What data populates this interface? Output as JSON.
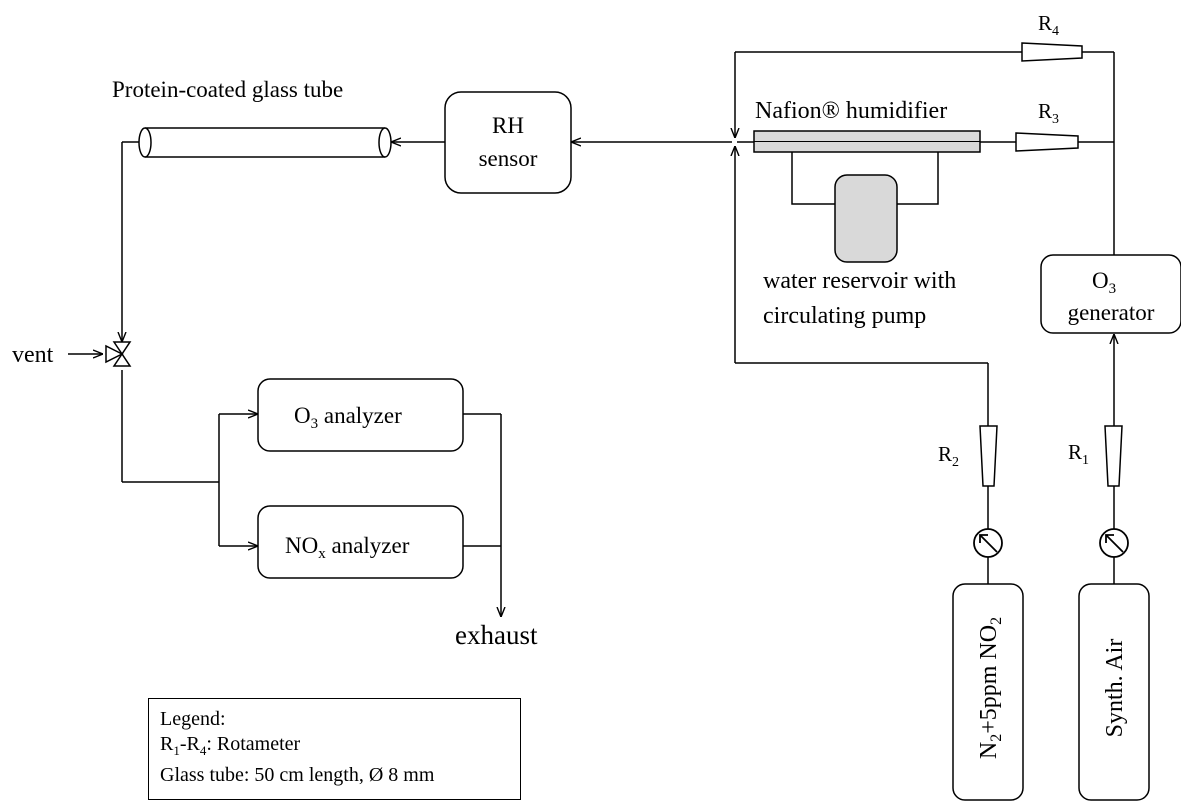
{
  "labels": {
    "glass_tube": "Protein-coated glass tube",
    "rh_sensor_1": "RH",
    "rh_sensor_2": "sensor",
    "humidifier": "Nafion® humidifier",
    "reservoir_1": "water reservoir with",
    "reservoir_2": "circulating pump",
    "o3_generator_top": "O",
    "o3_generator_sub": "3",
    "o3_generator_bottom": "generator",
    "vent": "vent",
    "o3_analyzer_pre": "O",
    "o3_analyzer_sub": "3",
    "o3_analyzer_post": " analyzer",
    "nox_analyzer_pre": "NO",
    "nox_analyzer_sub": "x",
    "nox_analyzer_post": " analyzer",
    "exhaust": "exhaust",
    "cylinder_left_pre": "N",
    "cylinder_left_sub1": "2",
    "cylinder_left_mid": "+5ppm NO",
    "cylinder_left_sub2": "2",
    "cylinder_right": "Synth. Air"
  },
  "rotameters": {
    "r1": {
      "main": "R",
      "sub": "1"
    },
    "r2": {
      "main": "R",
      "sub": "2"
    },
    "r3": {
      "main": "R",
      "sub": "3"
    },
    "r4": {
      "main": "R",
      "sub": "4"
    }
  },
  "legend": {
    "title": "Legend:",
    "line1_a": "R",
    "line1_sub1": "1",
    "line1_b": "-R",
    "line1_sub2": "4",
    "line1_c": ": Rotameter",
    "line2": "Glass tube: 50 cm length, Ø 8 mm"
  },
  "colors": {
    "line": "#000000",
    "reservoir_fill": "#d9d9d9",
    "humidifier_fill": "#d9d9d9"
  },
  "icons": [
    "pressure-gauge-icon",
    "three-way-valve-icon",
    "rotameter-icon",
    "flow-arrow-icon"
  ]
}
